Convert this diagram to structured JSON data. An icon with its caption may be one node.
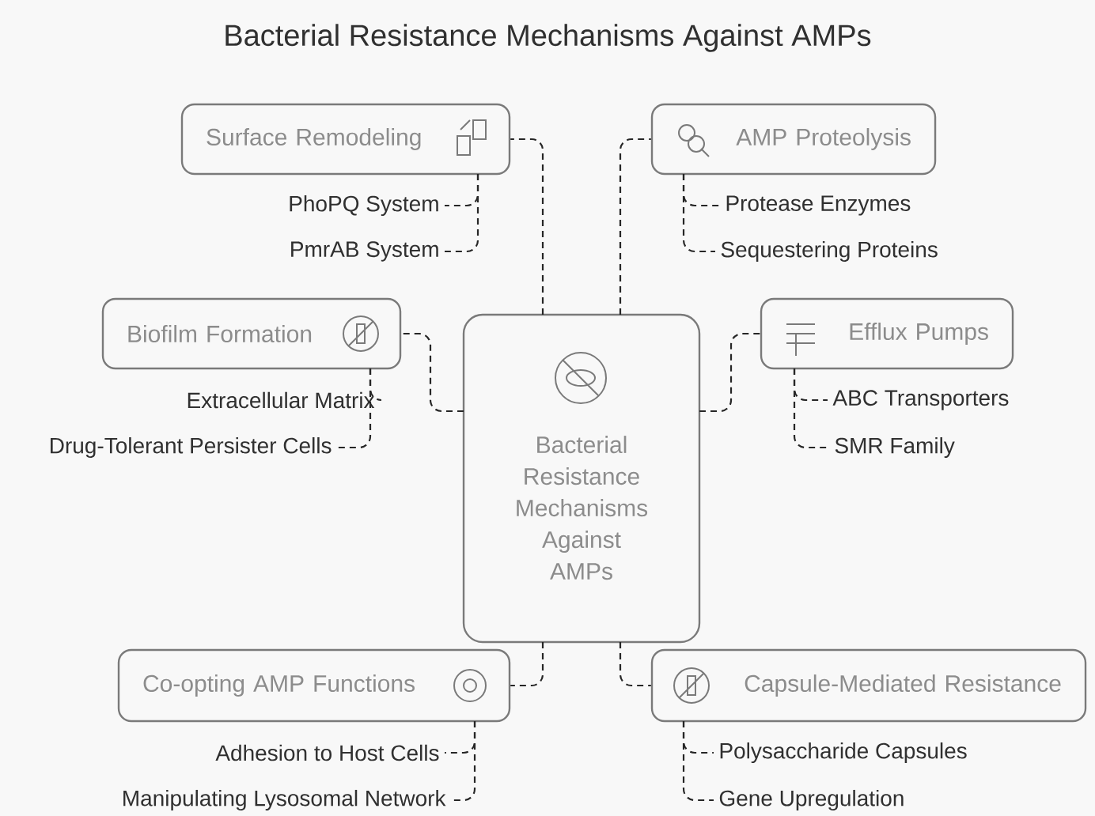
{
  "diagram": {
    "title": "Bacterial Resistance Mechanisms Against AMPs",
    "nodes": [
      {
        "text": [
          "Bacterial Resistance Mechanisms Against AMPs"
        ]
      },
      {
        "text": [
          "Surface Remodeling"
        ]
      },
      {
        "text": [
          "PhoPQ System"
        ]
      },
      {
        "text": [
          "PmrAB System"
        ]
      },
      {
        "text": [
          "AMP Proteolysis"
        ]
      },
      {
        "text": [
          "Protease Enzymes"
        ]
      },
      {
        "text": [
          "Sequestering Proteins"
        ]
      },
      {
        "text": [
          "Biofilm Formation"
        ]
      },
      {
        "text": [
          "Extracellular Matrix"
        ]
      },
      {
        "text": [
          "Drug-Tolerant Persister Cells"
        ]
      },
      {
        "text": [
          "Efflux Pumps"
        ]
      },
      {
        "text": [
          "ABC Transporters"
        ]
      },
      {
        "text": [
          "SMR Family"
        ]
      },
      {
        "text": [
          "Co-opting AMP Functions"
        ]
      },
      {
        "text": [
          "Adhesion to Host Cells"
        ]
      },
      {
        "text": [
          "Manipulating Lysosomal Network"
        ]
      },
      {
        "text": [
          "Capsule-Mediated Resistance"
        ]
      },
      {
        "text": [
          "Polysaccharide Capsules"
        ]
      },
      {
        "text": [
          "Gene Upregulation"
        ]
      }
    ],
    "edges": [
      {
        "from": 0,
        "to": 1,
        "arrow": "none"
      },
      {
        "from": 0,
        "to": 4,
        "arrow": "none"
      },
      {
        "from": 0,
        "to": 7,
        "arrow": "none"
      },
      {
        "from": 0,
        "to": 10,
        "arrow": "none"
      },
      {
        "from": 0,
        "to": 13,
        "arrow": "none"
      },
      {
        "from": 0,
        "to": 16,
        "arrow": "none"
      },
      {
        "from": 1,
        "to": 2,
        "arrow": "none"
      },
      {
        "from": 1,
        "to": 3,
        "arrow": "none"
      },
      {
        "from": 4,
        "to": 5,
        "arrow": "none"
      },
      {
        "from": 4,
        "to": 6,
        "arrow": "none"
      },
      {
        "from": 7,
        "to": 8,
        "arrow": "none"
      },
      {
        "from": 7,
        "to": 9,
        "arrow": "none"
      },
      {
        "from": 10,
        "to": 11,
        "arrow": "none"
      },
      {
        "from": 10,
        "to": 12,
        "arrow": "none"
      },
      {
        "from": 13,
        "to": 14,
        "arrow": "none"
      },
      {
        "from": 13,
        "to": 15,
        "arrow": "none"
      },
      {
        "from": 16,
        "to": 17,
        "arrow": "none"
      },
      {
        "from": 16,
        "to": 18,
        "arrow": "none"
      }
    ]
  }
}
